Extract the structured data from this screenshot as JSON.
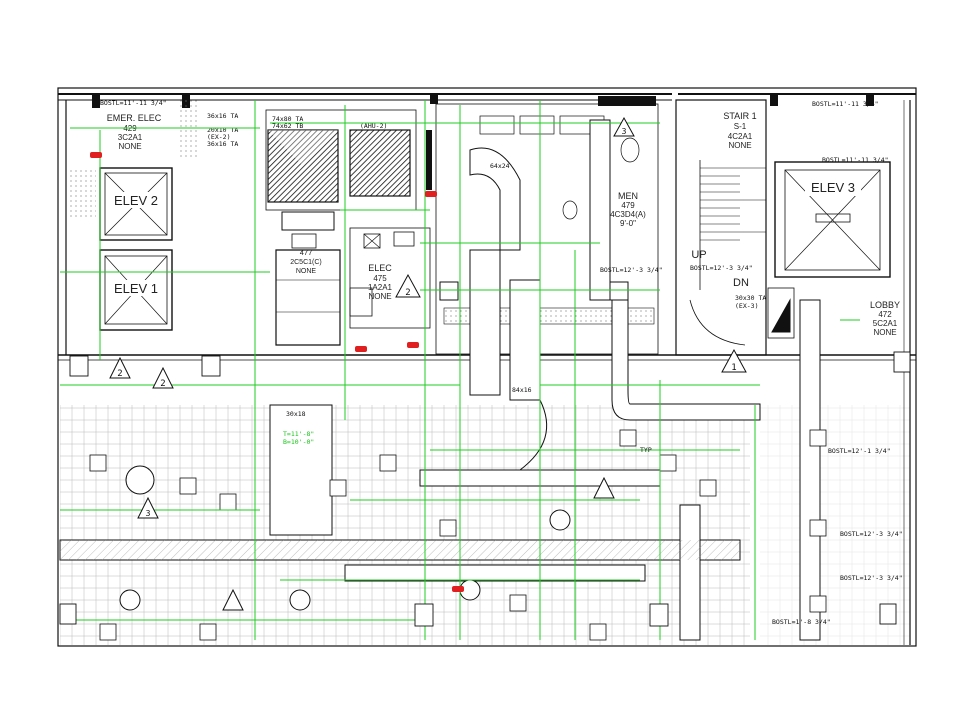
{
  "drawing": {
    "colors": {
      "background": "#ffffff",
      "linework": "#111111",
      "dimension_green": "#22cc22",
      "alert_red": "#e02020",
      "hatch_gray": "#8a8a8a"
    },
    "rooms": {
      "elev_2": "ELEV 2",
      "elev_1": "ELEV 1",
      "elev_3": "ELEV 3",
      "emer_elec_name": "EMER. ELEC",
      "emer_elec_num": "429",
      "emer_elec_code": "3C2A1",
      "emer_elec_fin": "NONE",
      "elec_name": "ELEC",
      "elec_num": "475",
      "elec_code": "1A2A1",
      "elec_fin": "NONE",
      "men_name": "MEN",
      "men_num": "479",
      "men_code": "4C3D4(A)",
      "men_ht": "9'-0\"",
      "stair_name": "STAIR 1",
      "stair_num": "S-1",
      "stair_code": "4C2A1",
      "stair_fin": "NONE",
      "lobby_name": "LOBBY",
      "lobby_num": "472",
      "lobby_code": "5C2A1",
      "lobby_fin": "NONE",
      "room_477_num": "477",
      "room_477_code": "2C5C1(C)",
      "room_477_fin": "NONE",
      "up_label": "UP",
      "dn_label": "DN"
    },
    "tags": {
      "bostl_a": "BOSTL=11'-11 3/4\"",
      "bostl_b": "BOSTL=12'-3 3/4\"",
      "bostl_c": "BOSTL=12'-1 3/4\"",
      "bostl_d": "BOSTL=12'-3 3/4\"",
      "bostl_e": "BOSTL=1'-8 3/4\"",
      "bostl_f": "BOSTL=12'-3 3/4\"",
      "duct_a": "74x80 TA",
      "duct_b": "74x62 TB",
      "duct_c": "(AHU-2)",
      "duct_d": "36x16 TA",
      "duct_e": "20x10 TA",
      "duct_f": "(EX-2)",
      "duct_g": "36x16 TA",
      "duct_h": "64x24",
      "duct_i": "30x30 TA",
      "duct_j": "(EX-3)",
      "duct_k": "84x16",
      "duct_l": "30x18",
      "elev_mark_a": "T=11'-8\"",
      "elev_mark_b": "B=10'-0\"",
      "sheet_note": "TYP"
    },
    "keynotes": [
      "1",
      "2",
      "3"
    ]
  }
}
